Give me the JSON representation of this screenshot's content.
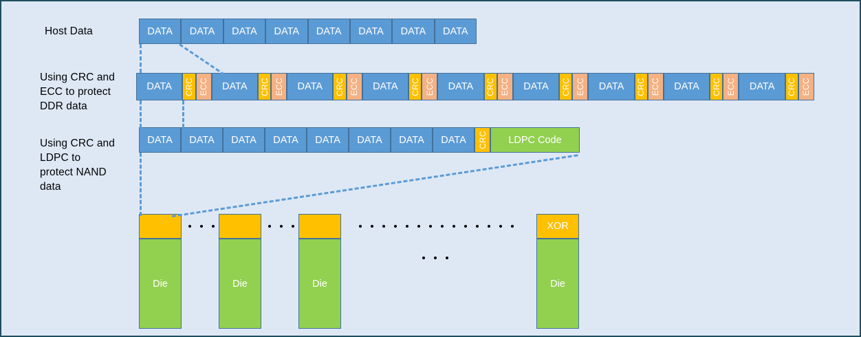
{
  "figure": {
    "title": "Data protection paths: Host Data, DDR CRC+ECC, NAND CRC+LDPC, and NAND die XOR",
    "background_color": "#dee8f5",
    "border_color": "#1f4e5f"
  },
  "colors": {
    "data": "#5b9bd5",
    "crc": "#ffc000",
    "ecc": "#f4b183",
    "ldpc": "#92d050",
    "die": "#92d050",
    "die_top": "#ffc000",
    "xor": "#ffc000",
    "outline": "#41719c",
    "connector": "#5b9bd5",
    "text_on_fill": "#ffffff",
    "label_text": "#000000"
  },
  "labels": {
    "host": "Host Data",
    "ddr": "Using CRC and\nECC to protect\nDDR data",
    "nand": "Using CRC and\nLDPC to\nprotect NAND\ndata"
  },
  "rows": {
    "host_data": {
      "name": "Host Data",
      "cells": [
        {
          "text": "DATA",
          "kind": "data"
        },
        {
          "text": "DATA",
          "kind": "data"
        },
        {
          "text": "DATA",
          "kind": "data"
        },
        {
          "text": "DATA",
          "kind": "data"
        },
        {
          "text": "DATA",
          "kind": "data"
        },
        {
          "text": "DATA",
          "kind": "data"
        },
        {
          "text": "DATA",
          "kind": "data"
        },
        {
          "text": "DATA",
          "kind": "data"
        }
      ]
    },
    "ddr_protected": {
      "name": "Using CRC and ECC to protect DDR data",
      "group_count": 9,
      "group_pattern": [
        {
          "text": "DATA",
          "kind": "data",
          "orientation": "horizontal"
        },
        {
          "text": "CRC",
          "kind": "crc",
          "orientation": "vertical"
        },
        {
          "text": "ECC",
          "kind": "ecc",
          "orientation": "vertical"
        }
      ]
    },
    "nand_protected": {
      "name": "Using CRC and LDPC to protect NAND data",
      "cells": [
        {
          "text": "DATA",
          "kind": "data",
          "orientation": "horizontal"
        },
        {
          "text": "DATA",
          "kind": "data",
          "orientation": "horizontal"
        },
        {
          "text": "DATA",
          "kind": "data",
          "orientation": "horizontal"
        },
        {
          "text": "DATA",
          "kind": "data",
          "orientation": "horizontal"
        },
        {
          "text": "DATA",
          "kind": "data",
          "orientation": "horizontal"
        },
        {
          "text": "DATA",
          "kind": "data",
          "orientation": "horizontal"
        },
        {
          "text": "DATA",
          "kind": "data",
          "orientation": "horizontal"
        },
        {
          "text": "DATA",
          "kind": "data",
          "orientation": "horizontal"
        },
        {
          "text": "CRC",
          "kind": "crc",
          "orientation": "vertical"
        },
        {
          "text": "LDPC Code",
          "kind": "ldpc",
          "orientation": "horizontal"
        }
      ]
    }
  },
  "dies": {
    "items": [
      {
        "top_text": "",
        "body_text": "Die",
        "kind": "normal"
      },
      {
        "top_text": "",
        "body_text": "Die",
        "kind": "normal"
      },
      {
        "top_text": "",
        "body_text": "Die",
        "kind": "normal"
      },
      {
        "top_text": "XOR",
        "body_text": "Die",
        "kind": "xor"
      }
    ],
    "ellipsis_groups": [
      {
        "name": "die-gap-1",
        "dots": 3
      },
      {
        "name": "die-gap-2",
        "dots": 3
      },
      {
        "name": "die-gap-long",
        "dots": 14
      },
      {
        "name": "die-gap-lower",
        "dots": 3
      }
    ]
  },
  "connectors": [
    {
      "name": "host-to-ddr-left-vertical",
      "style": "dashed"
    },
    {
      "name": "host-to-ddr-diagonal",
      "style": "dashed"
    },
    {
      "name": "ddr-to-nand-left-vertical",
      "style": "dashed"
    },
    {
      "name": "ddr-to-nand-inner-vertical",
      "style": "dashed"
    },
    {
      "name": "nand-to-die-left-vertical",
      "style": "dashed"
    },
    {
      "name": "nand-to-die-diagonal",
      "style": "dashed"
    }
  ]
}
